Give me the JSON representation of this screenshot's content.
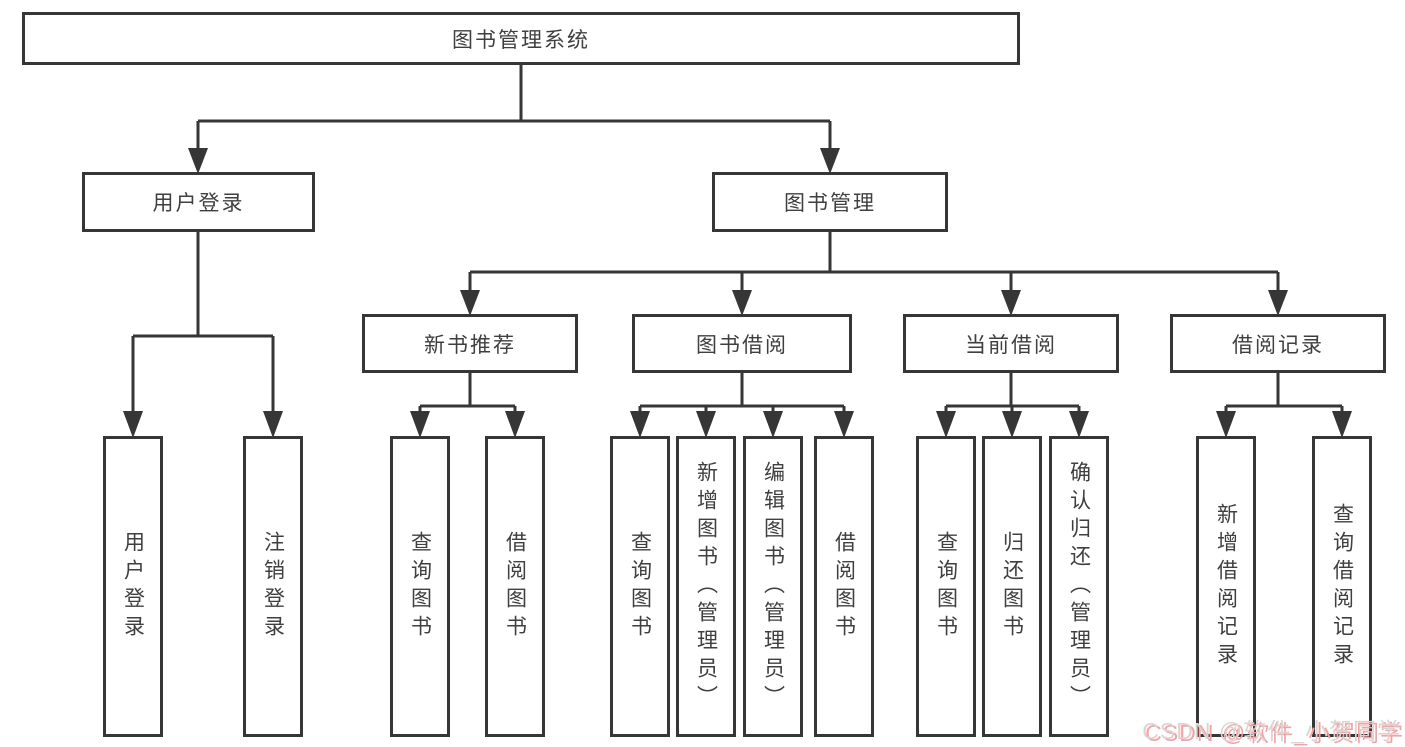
{
  "tree": {
    "root": "图书管理系统",
    "user": {
      "label": "用户登录",
      "children": [
        "用户登录",
        "注销登录"
      ]
    },
    "mgmt": {
      "label": "图书管理",
      "groups": [
        {
          "label": "新书推荐",
          "children": [
            "查询图书",
            "借阅图书"
          ]
        },
        {
          "label": "图书借阅",
          "children": [
            "查询图书",
            "新增图书（管理员）",
            "编辑图书（管理员）",
            "借阅图书"
          ]
        },
        {
          "label": "当前借阅",
          "children": [
            "查询图书",
            "归还图书",
            "确认归还（管理员）"
          ]
        },
        {
          "label": "借阅记录",
          "children": [
            "新增借阅记录",
            "查询借阅记录"
          ]
        }
      ]
    }
  },
  "watermark": "CSDN @软件_小贺同学",
  "colors": {
    "line": "#363636",
    "text": "#3f3f3f",
    "bg": "#ffffff",
    "watermark_gray": "#d6d6d6",
    "watermark_pink": "#ff9e9e"
  }
}
